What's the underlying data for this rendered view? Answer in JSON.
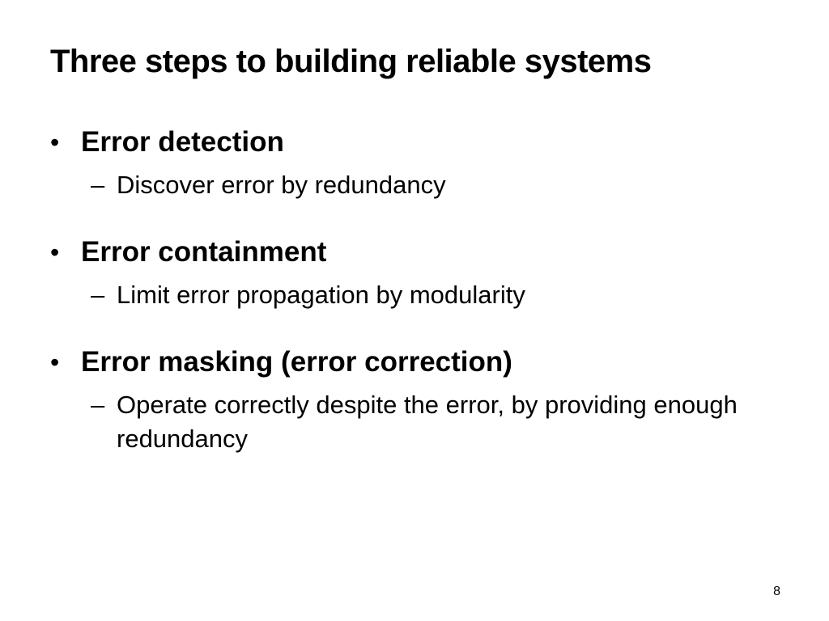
{
  "slide": {
    "title": "Three steps to building reliable systems",
    "bullets": [
      {
        "marker": "•",
        "label": "Error detection",
        "sub": {
          "marker": "–",
          "text": "Discover error by redundancy"
        }
      },
      {
        "marker": "•",
        "label": "Error containment",
        "sub": {
          "marker": "–",
          "text": "Limit error propagation by modularity"
        }
      },
      {
        "marker": "•",
        "label": "Error masking (error correction)",
        "sub": {
          "marker": "–",
          "text": "Operate correctly despite the error, by providing enough redundancy"
        }
      }
    ],
    "page_number": "8"
  }
}
